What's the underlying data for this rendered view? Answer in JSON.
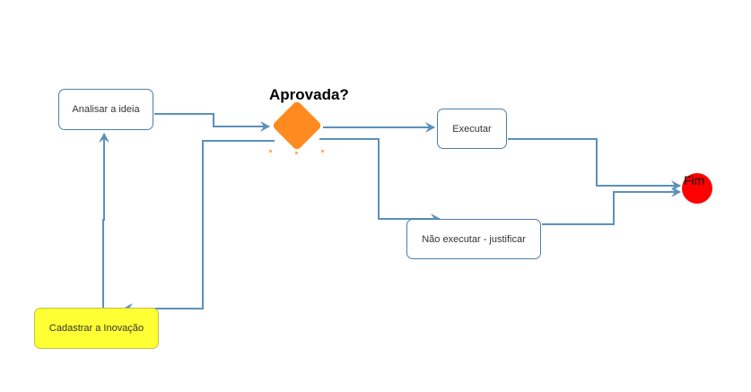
{
  "nodes": {
    "analisar": "Analisar a ideia",
    "decision": "Aprovada?",
    "executar": "Executar",
    "nao_executar": "Não executar - justificar",
    "cadastrar": "Cadastrar a Inovação",
    "fim": "Fim"
  },
  "colors": {
    "edge": "#5b91bb",
    "decision": "#ff8a1f",
    "end": "#ff0000",
    "start_node": "#ffff33"
  }
}
